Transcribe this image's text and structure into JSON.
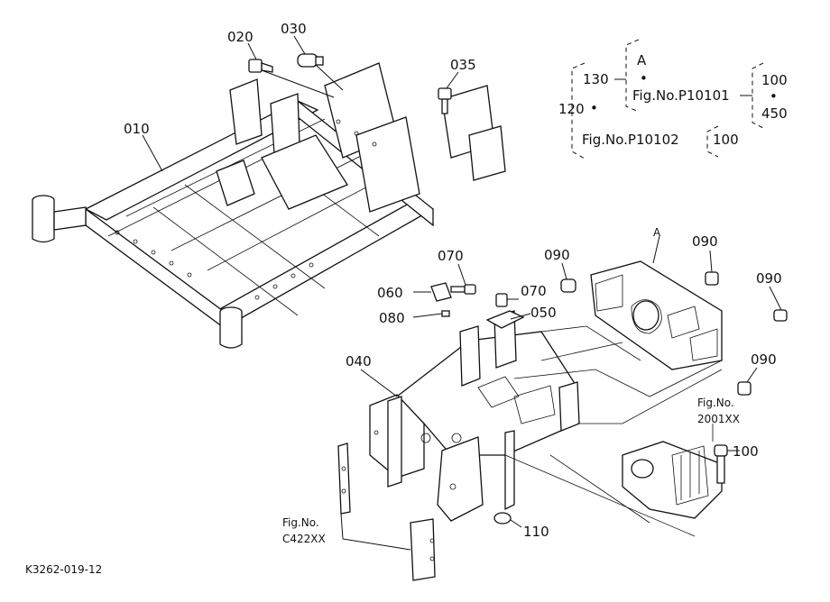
{
  "callouts": {
    "p010": "010",
    "p020": "020",
    "p030": "030",
    "p035": "035",
    "p040": "040",
    "p050": "050",
    "p060": "060",
    "p070a": "070",
    "p070b": "070",
    "p080": "080",
    "p090a": "090",
    "p090b": "090",
    "p090c": "090",
    "p090d": "090",
    "p100": "100",
    "p110": "110",
    "markerA": "A"
  },
  "tree": {
    "root": "120",
    "n130": "130",
    "a": "A",
    "dot1": "•",
    "dot2": "•",
    "dot3": "•",
    "fig101": "Fig.No.P10101",
    "n100a": "100",
    "n450": "450",
    "fig102": "Fig.No.P10102",
    "n100b": "100"
  },
  "refs": {
    "fig2001_line1": "Fig.No.",
    "fig2001_line2": "2001XX",
    "figC422_line1": "Fig.No.",
    "figC422_line2": "C422XX"
  },
  "footer": {
    "code": "K3262-019-12"
  }
}
